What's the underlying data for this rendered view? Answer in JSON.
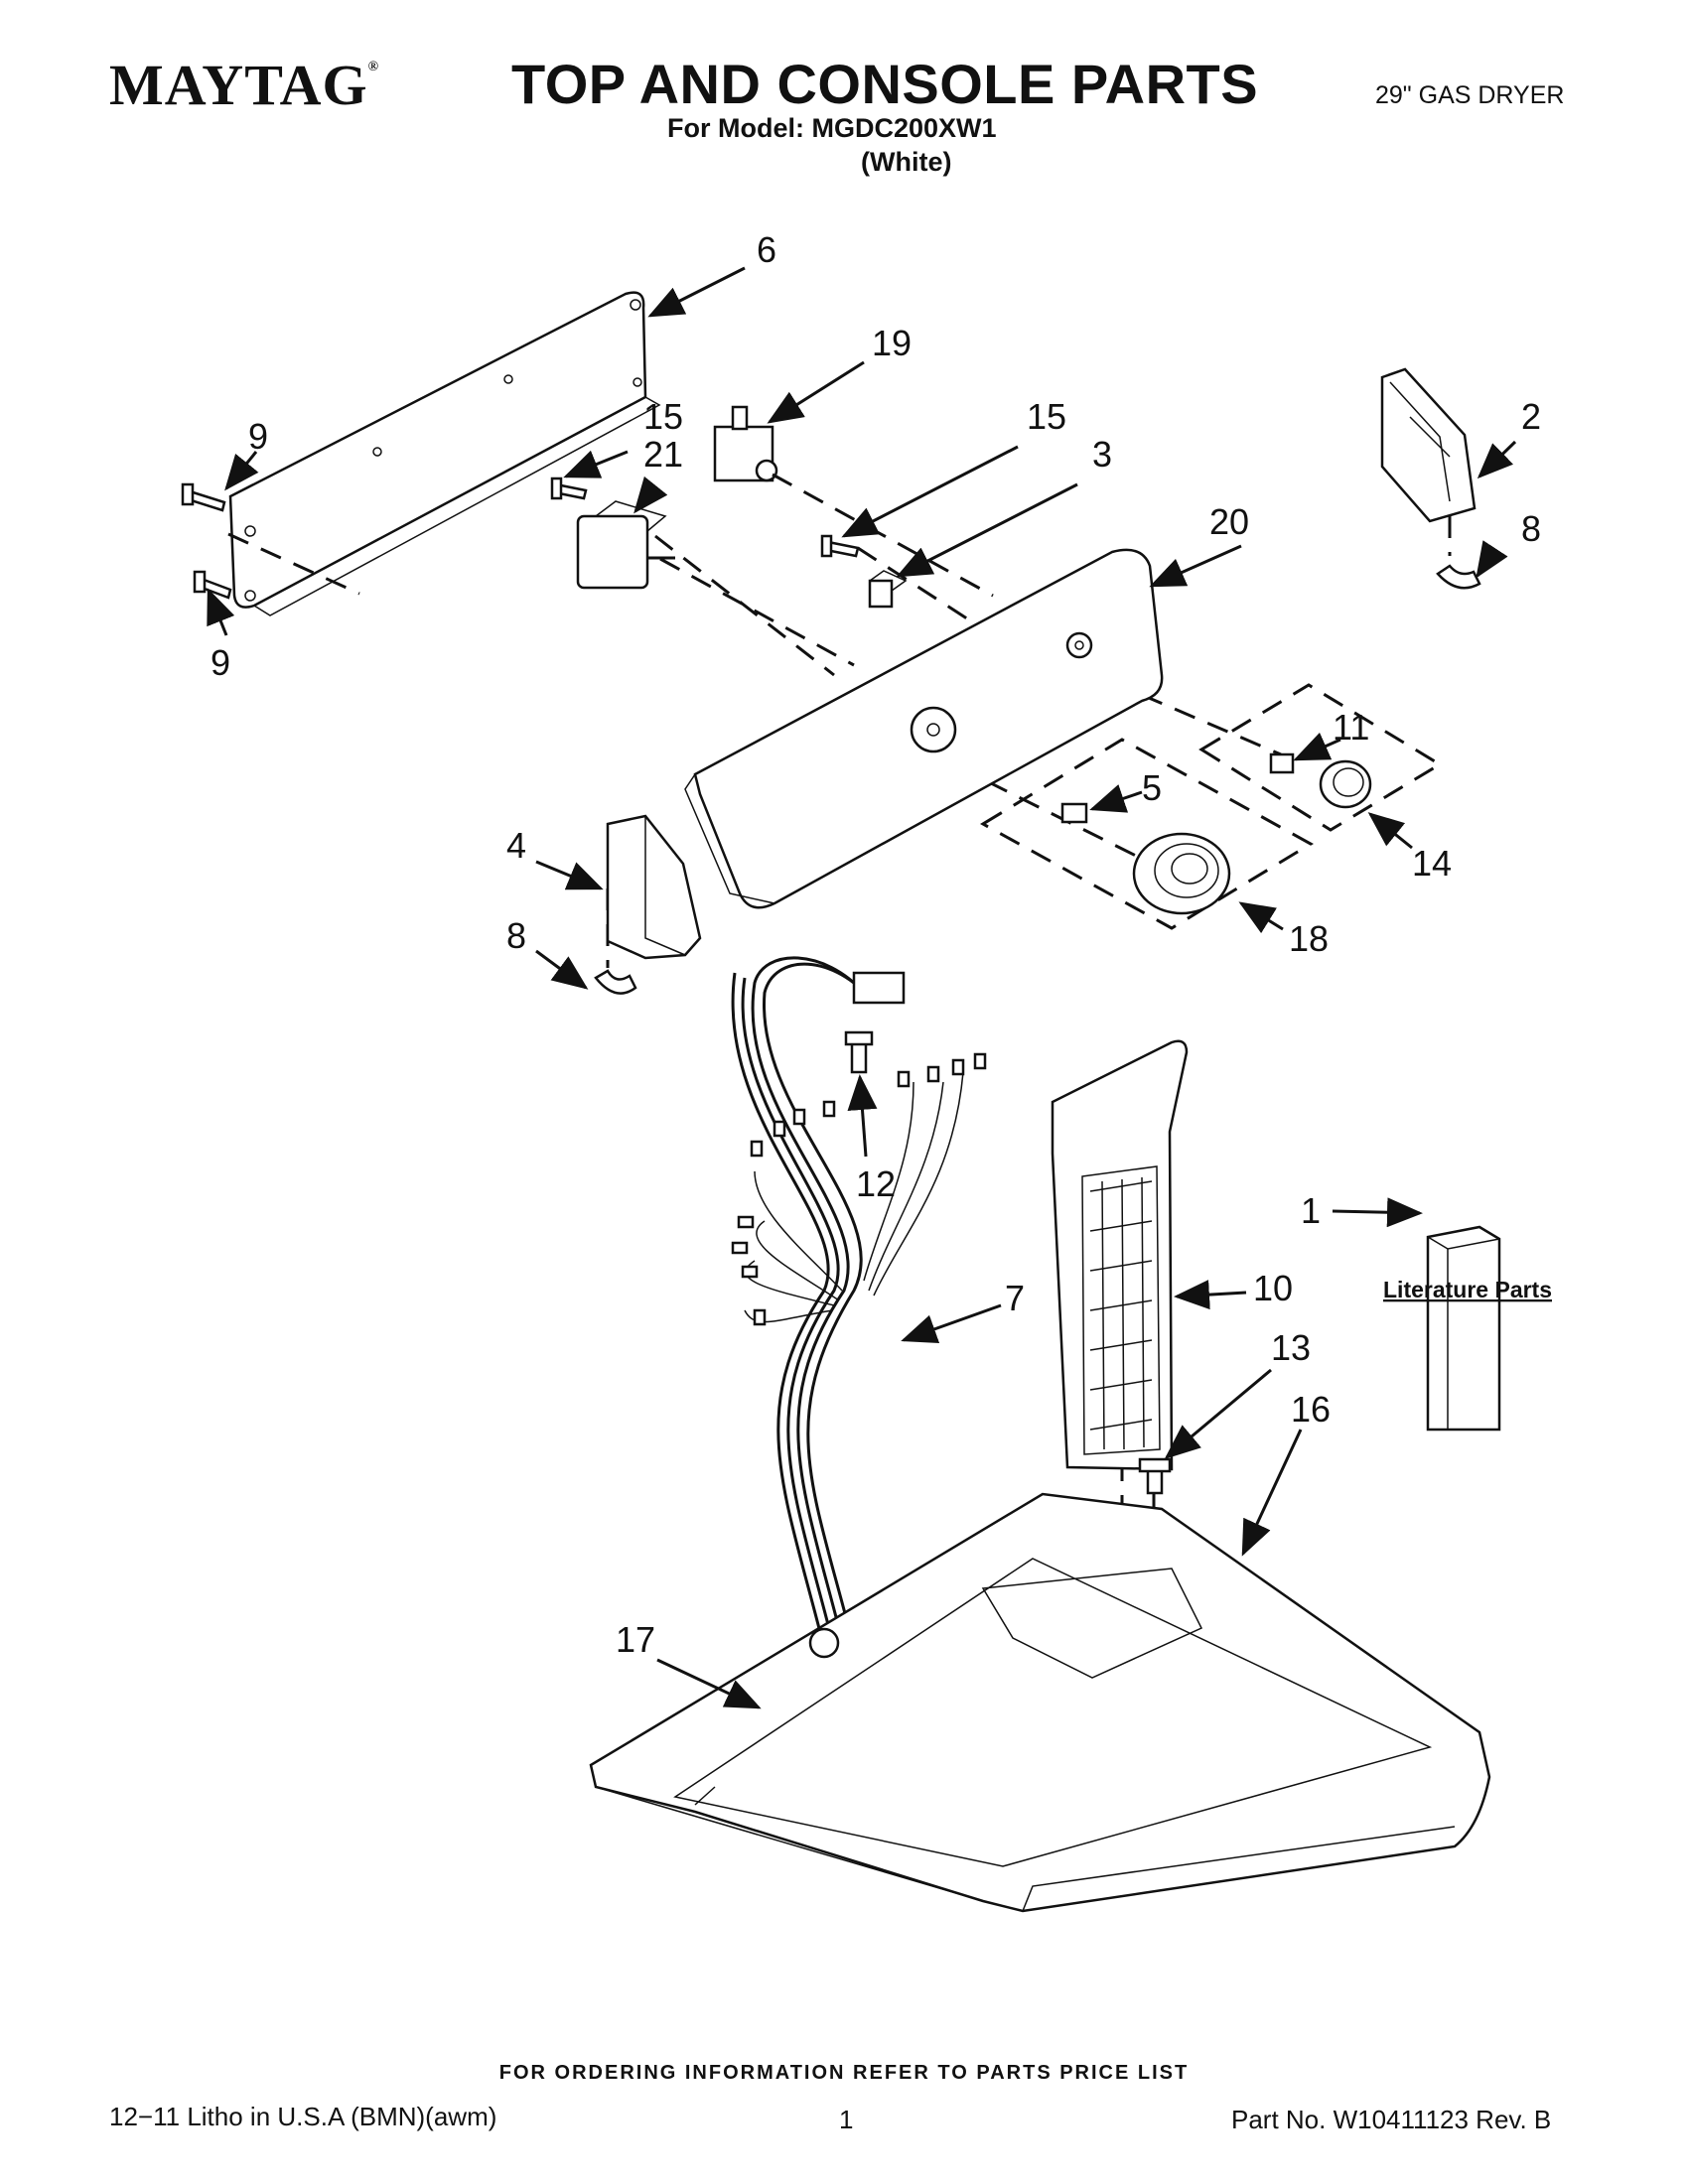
{
  "header": {
    "brand": "MAYTAG",
    "brand_mark": "®",
    "title": "TOP AND CONSOLE PARTS",
    "model_line": "For Model: MGDC200XW1",
    "color_line": "(White)",
    "product": "29\" GAS DRYER"
  },
  "diagram": {
    "callouts": [
      {
        "id": "c6",
        "label": "6"
      },
      {
        "id": "c19",
        "label": "19"
      },
      {
        "id": "c15a",
        "label": "15"
      },
      {
        "id": "c21",
        "label": "21"
      },
      {
        "id": "c15b",
        "label": "15"
      },
      {
        "id": "c3",
        "label": "3"
      },
      {
        "id": "c2",
        "label": "2"
      },
      {
        "id": "c8a",
        "label": "8"
      },
      {
        "id": "c9a",
        "label": "9"
      },
      {
        "id": "c9b",
        "label": "9"
      },
      {
        "id": "c20",
        "label": "20"
      },
      {
        "id": "c11",
        "label": "11"
      },
      {
        "id": "c5",
        "label": "5"
      },
      {
        "id": "c14",
        "label": "14"
      },
      {
        "id": "c4",
        "label": "4"
      },
      {
        "id": "c8b",
        "label": "8"
      },
      {
        "id": "c18",
        "label": "18"
      },
      {
        "id": "c12",
        "label": "12"
      },
      {
        "id": "c1",
        "label": "1"
      },
      {
        "id": "c10",
        "label": "10"
      },
      {
        "id": "c7",
        "label": "7"
      },
      {
        "id": "c13",
        "label": "13"
      },
      {
        "id": "c16",
        "label": "16"
      },
      {
        "id": "c17",
        "label": "17"
      }
    ],
    "literature_label": "Literature Parts"
  },
  "footer": {
    "ordering": "FOR ORDERING INFORMATION REFER TO PARTS PRICE LIST",
    "print_info": "12−11 Litho in U.S.A (BMN)(awm)",
    "page": "1",
    "part_number": "Part No. W10411123 Rev. B"
  }
}
